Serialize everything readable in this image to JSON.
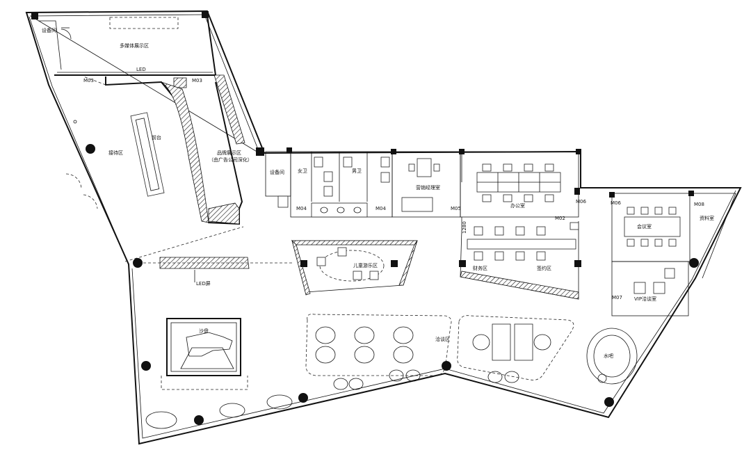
{
  "rooms": {
    "equipment_room_1": "设备间",
    "multimedia_area": "多媒体展示区",
    "led": "LED",
    "reception_area": "接待区",
    "front_desk": "前台",
    "brand_display": "品牌展示区",
    "brand_display_note": "（由广告公司深化）",
    "equipment_room_2": "设备间",
    "womens_restroom": "女卫",
    "mens_restroom": "男卫",
    "sales_manager_office": "营销经理室",
    "office": "办公室",
    "meeting_room": "会议室",
    "archive_room": "资料室",
    "finance_area": "财务区",
    "contract_area": "签约区",
    "kids_play_area": "儿童游乐区",
    "vip_room": "VIP洽谈室",
    "negotiation_area": "洽谈区",
    "sand_table": "沙盘",
    "water_bar": "水吧",
    "led_screen": "LED屏"
  },
  "doors": {
    "m03_left": "M03",
    "m03_right": "M03",
    "m04_left": "M04",
    "m04_right": "M04",
    "m05": "M05",
    "m02": "M02",
    "m06_a": "M06",
    "m06_b": "M06",
    "m08": "M08",
    "m07": "M07"
  },
  "dimension_1280": "1280"
}
